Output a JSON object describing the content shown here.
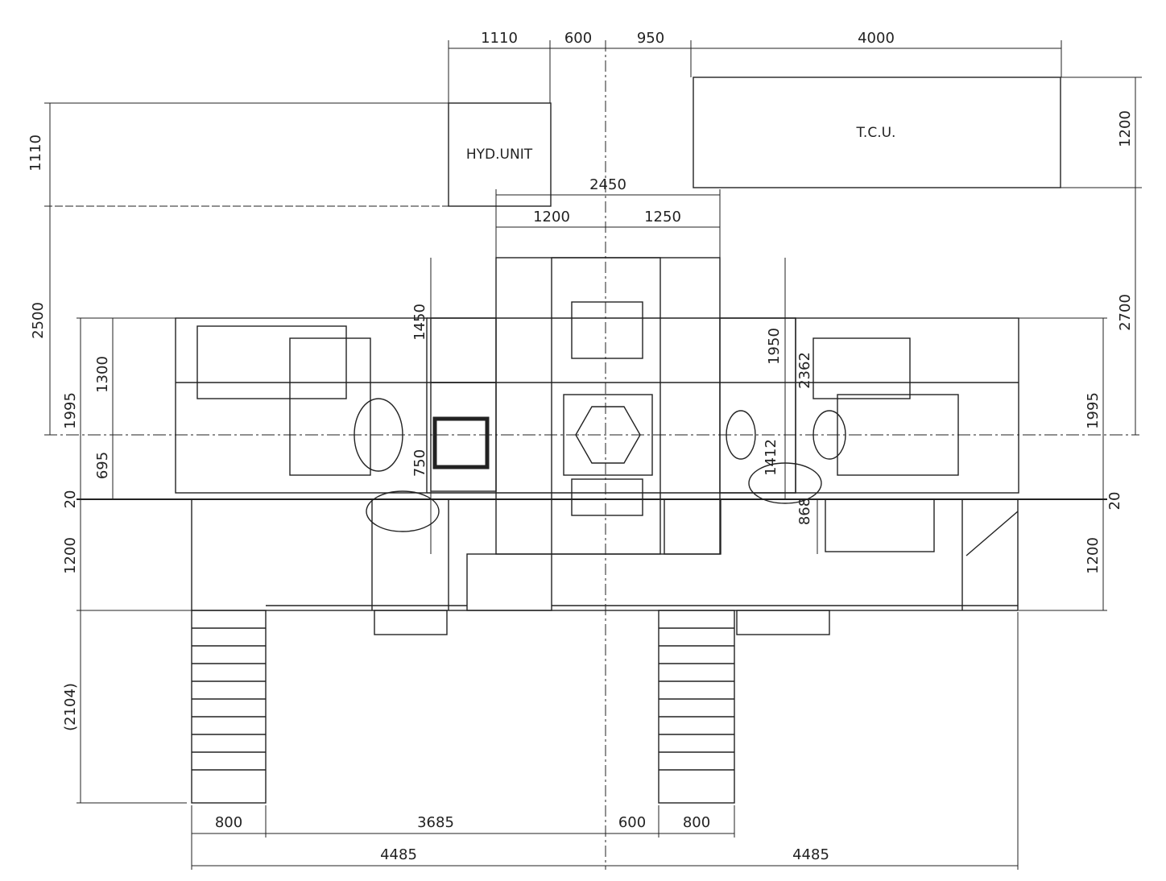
{
  "equipment": {
    "hyd_unit": "HYD.UNIT",
    "tcu": "T.C.U."
  },
  "dimensions": {
    "top": [
      "1110",
      "600",
      "950",
      "4000"
    ],
    "upper_center": {
      "total": "2450",
      "left": "1200",
      "right": "1250"
    },
    "left": {
      "hyd_depth": "1110",
      "clearance": "2500",
      "machine_half": "1995",
      "upper": "1300",
      "lower": "695",
      "gap": "20",
      "platform": "1200",
      "stair": "(2104)"
    },
    "right": {
      "tcu_depth": "1200",
      "clearance": "2700",
      "machine_half": "1995",
      "gap": "20",
      "platform": "1200"
    },
    "interior": {
      "d1450": "1450",
      "d1950": "1950",
      "d2362": "2362",
      "d1412": "1412",
      "d868": "868",
      "d750": "750"
    },
    "bottom_row1": [
      "800",
      "3685",
      "600",
      "800"
    ],
    "bottom_row2": [
      "4485",
      "4485"
    ]
  }
}
